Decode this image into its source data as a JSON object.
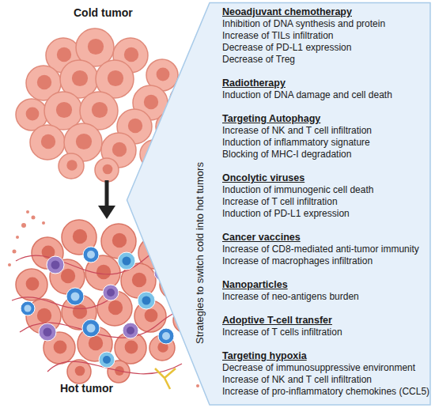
{
  "diagram": {
    "nodes": [
      {
        "text": [
          "Strategies to switch cold into hot tumors",
          "Neoadjuvant chemotherapy",
          "Inhibition of DNA synthesis and protein",
          "Increase of TILs infiltration",
          "Decrease of PD-L1 expression",
          "Decrease of Treg",
          "Radiotherapy",
          "Induction of DNA damage and cell death",
          "Targeting Autophagy",
          "Increase of NK and T cell infiltration",
          "Induction of inflammatory signature",
          "Blocking of MHC-I degradation",
          "Oncolytic viruses",
          "Induction of immunogenic cell death",
          "Increase of T cell infiltration",
          "Induction of PD-L1 expression",
          "Cancer vaccines",
          "Increase of CD8-mediated anti-tumor immunity",
          "Increase of macrophages infiltration",
          "Nanoparticles",
          "Increase of neo-antigens burden",
          "Adoptive T-cell transfer",
          "Increase of T cells infiltration",
          "Targeting hypoxia",
          "Decrease of immunosuppressive environment",
          "Increase of NK and T cell infiltration",
          "Increase of pro-inflammatory chemokines (CCL5)"
        ]
      }
    ],
    "labels": [
      "Cold tumor",
      "Hot tumor"
    ]
  }
}
